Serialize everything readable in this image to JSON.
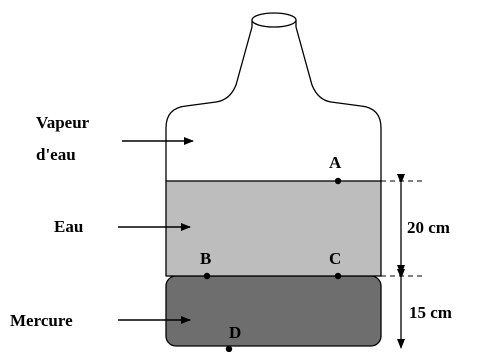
{
  "labels": {
    "vapeur_line1": "Vapeur",
    "vapeur_line2": "d'eau",
    "eau": "Eau",
    "mercure": "Mercure"
  },
  "points": {
    "a": "A",
    "b": "B",
    "c": "C",
    "d": "D"
  },
  "dimensions": {
    "water_height": "20 cm",
    "mercury_height": "15 cm"
  },
  "colors": {
    "water": "#bdbdbd",
    "mercury": "#6e6e6e",
    "outline": "#000000"
  }
}
